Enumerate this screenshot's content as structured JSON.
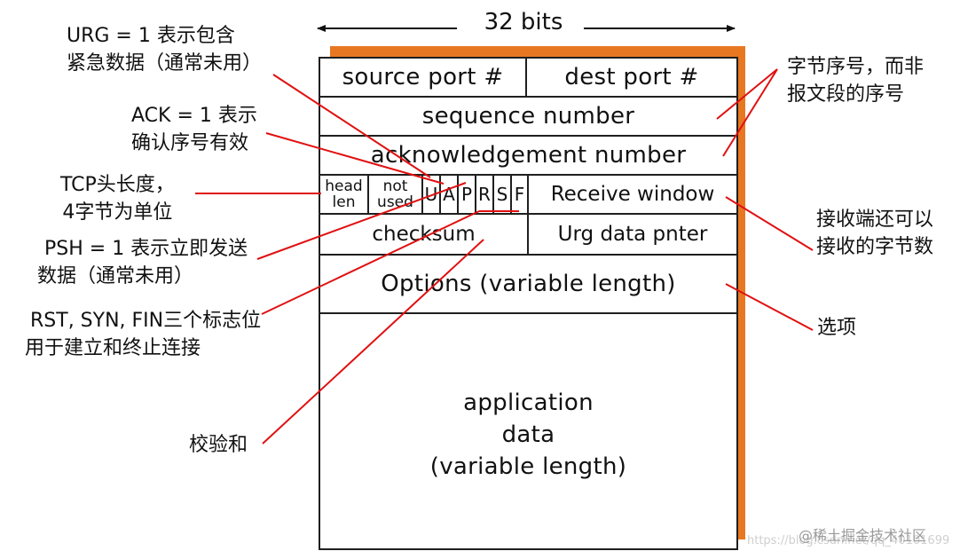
{
  "header": {
    "width_label": "32 bits"
  },
  "fields": {
    "source_port": "source port #",
    "dest_port": "dest port #",
    "sequence_number": "sequence number",
    "ack_number": "acknowledgement number",
    "head_len": [
      "head",
      "len"
    ],
    "not_used": [
      "not",
      "used"
    ],
    "flags": [
      "U",
      "A",
      "P",
      "R",
      "S",
      "F"
    ],
    "receive_window": "Receive window",
    "checksum": "checksum",
    "urg_pointer": "Urg data pnter",
    "options": "Options (variable length)",
    "app_data": [
      "application",
      "data",
      "(variable length)"
    ]
  },
  "annotations": {
    "urg": [
      "URG = 1 表示包含",
      "紧急数据（通常未用）"
    ],
    "ack": [
      "ACK = 1 表示",
      "确认序号有效"
    ],
    "header_len": [
      "TCP头长度，",
      "4字节为单位"
    ],
    "psh": [
      "PSH = 1 表示立即发送",
      "数据（通常未用）"
    ],
    "rst_syn_fin": [
      "RST, SYN, FIN三个标志位",
      "用于建立和终止连接"
    ],
    "checksum_note": "校验和",
    "seq_note": [
      "字节序号，而非",
      "报文段的序号"
    ],
    "window_note": [
      "接收端还可以",
      "接收的字节数"
    ],
    "options_note": "选项"
  },
  "watermark": {
    "site": "@稀土掘金技术社区",
    "url": "https://blog.csdn.net/qq_40101699"
  },
  "colors": {
    "shadow": "#E87722",
    "arrow": "#E01010",
    "border": "#1f1f1f"
  }
}
